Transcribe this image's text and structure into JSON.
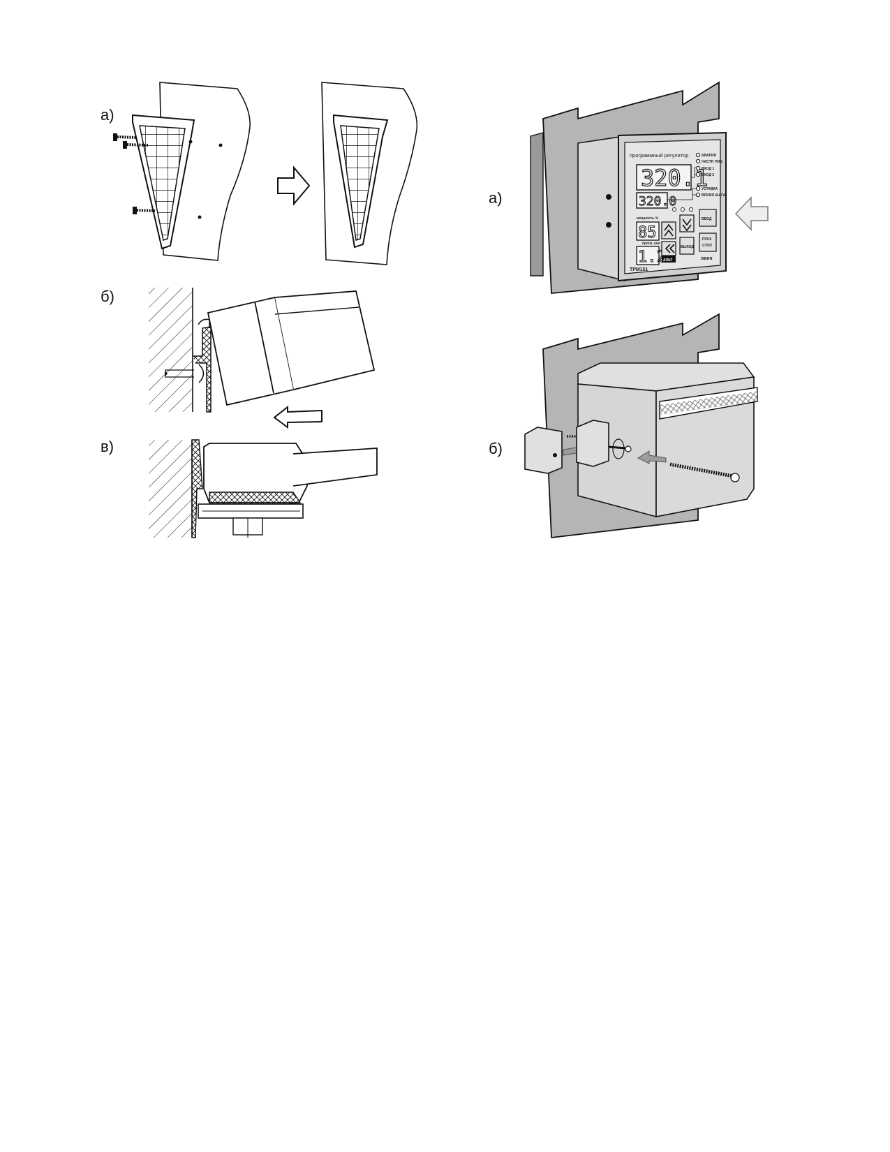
{
  "labels": {
    "left_a": "а)",
    "left_b": "б)",
    "left_v": "в)",
    "right_a": "а)",
    "right_b": "б)"
  },
  "device": {
    "title": "программный регулятор",
    "display_main": "320.1",
    "display_second": "320.0",
    "display_power": "85",
    "display_step": "1.2",
    "power_label": "мощность %",
    "step_label": "прогр. шаг",
    "led_labels": [
      "АВАРИЯ",
      "НАСТР. ПИД",
      "ВХОД 1",
      "ВХОД 2",
      "УСТАВКА",
      "ВРЕМЯ ШАГА"
    ],
    "button_enter": "ВВОД",
    "button_exit": "ВЫХОД",
    "button_start": "ПУСК",
    "button_stop": "СТОП",
    "button_alt": "АЛЬТ",
    "model": "ТРМ151",
    "brand": "овен"
  },
  "colors": {
    "panel_gray": "#b5b5b5",
    "body_gray": "#d6d6d6",
    "face_gray": "#e4e4e4",
    "line": "#111111"
  }
}
